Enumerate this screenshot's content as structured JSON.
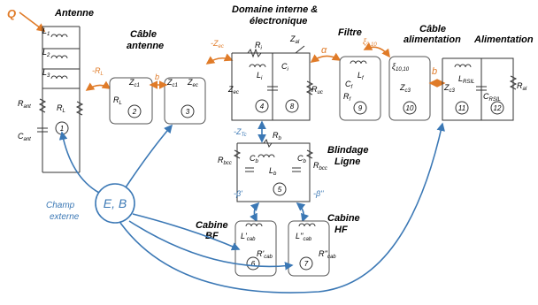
{
  "sections": {
    "antenne": "Antenne",
    "cable_antenne": [
      "Câble",
      "antenne"
    ],
    "domaine": [
      "Domaine interne &",
      "électronique"
    ],
    "filtre": "Filtre",
    "cable_alim": [
      "Câble",
      "alimentation"
    ],
    "alimentation": "Alimentation",
    "blindage": [
      "Blindage",
      "Ligne"
    ],
    "cabine_bf": [
      "Cabine",
      "BF"
    ],
    "cabine_hf": [
      "Cabine",
      "HF"
    ],
    "champ_externe": [
      "Champ",
      "externe"
    ],
    "source": "E, B"
  },
  "symbols": {
    "Q": "Q",
    "L1": {
      "b": "L",
      "s": "1"
    },
    "L2": {
      "b": "L",
      "s": "2"
    },
    "L3": {
      "b": "L",
      "s": "3"
    },
    "Rant": {
      "b": "R",
      "s": "ant"
    },
    "Cant": {
      "b": "C",
      "s": "ant"
    },
    "RL": {
      "b": "R",
      "s": "L"
    },
    "negRL": {
      "b": "-R",
      "s": "L"
    },
    "RL2": {
      "b": "R",
      "s": "L"
    },
    "Zc1a": {
      "b": "Z",
      "s": "c1"
    },
    "Zc1b": {
      "b": "Z",
      "s": "c1"
    },
    "b1": "b",
    "Zec": {
      "b": "Z",
      "s": "ec"
    },
    "negZec": {
      "b": "-Z",
      "s": "ec"
    },
    "Ri": {
      "b": "R",
      "s": "i"
    },
    "Li": {
      "b": "L",
      "s": "i"
    },
    "Ci": {
      "b": "C",
      "s": "i"
    },
    "Zec2": {
      "b": "Z",
      "s": "ec"
    },
    "Zal": {
      "b": "Z",
      "s": "al"
    },
    "Ruc": {
      "b": "R",
      "s": "uc"
    },
    "alpha": "α",
    "xi910": {
      "b": "ξ",
      "s": "9,10"
    },
    "Lf": {
      "b": "L",
      "s": "f"
    },
    "Cf": {
      "b": "C",
      "s": "f"
    },
    "Rf": {
      "b": "R",
      "s": "f"
    },
    "xi1010": {
      "b": "ξ",
      "s": "10,10"
    },
    "Zc3": {
      "b": "Z",
      "s": "c3"
    },
    "b2": "b",
    "Zc3b": {
      "b": "Z",
      "s": "c3"
    },
    "LRSIL": {
      "b": "L",
      "s": "RSIL"
    },
    "CRSIL": {
      "b": "C",
      "s": "RSIL"
    },
    "Ral": {
      "b": "R",
      "s": "al"
    },
    "negZTc": {
      "b": "-Z",
      "s": "Tc"
    },
    "Rb": {
      "b": "R",
      "s": "b"
    },
    "Rbcc1": {
      "b": "R",
      "s": "bcc"
    },
    "Cb1": {
      "b": "C",
      "s": "b"
    },
    "Lb": {
      "b": "L",
      "s": "b"
    },
    "Cb2": {
      "b": "C",
      "s": "b"
    },
    "Rbcc2": {
      "b": "R",
      "s": "bcc"
    },
    "negbeta1": "-β'",
    "negbeta2": "-β''",
    "Lcab1": {
      "b": "L'",
      "s": "cab"
    },
    "Rcab1": {
      "b": "R'",
      "s": "cab"
    },
    "Lcab2": {
      "b": "L''",
      "s": "cab"
    },
    "Rcab2": {
      "b": "R''",
      "s": "cab"
    }
  },
  "meshes": [
    "1",
    "2",
    "3",
    "4",
    "5",
    "6",
    "7",
    "8",
    "9",
    "10",
    "11",
    "12"
  ],
  "colors": {
    "coupling": "#e07b28",
    "field": "#3b78b5",
    "wire": "#333333"
  }
}
